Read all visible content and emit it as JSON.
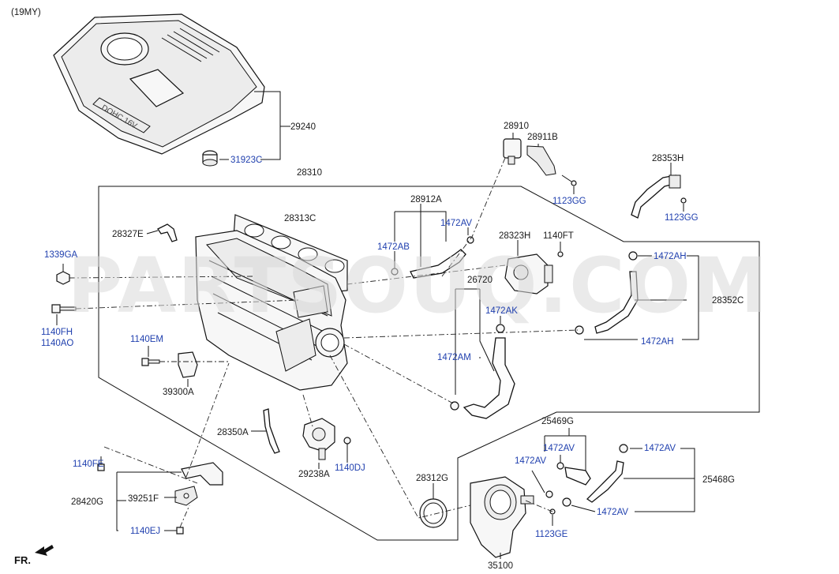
{
  "model_year": "(19MY)",
  "watermark": "PARTSOUQ.COM",
  "direction_label": "FR.",
  "part_numbers": {
    "p29240": "29240",
    "p31923C": "31923C",
    "p28310": "28310",
    "p28910": "28910",
    "p28911B": "28911B",
    "p1123GG_a": "1123GG",
    "p28353H": "28353H",
    "p1123GG_b": "1123GG",
    "p28912A": "28912A",
    "p28313C": "28313C",
    "p1472AV_a": "1472AV",
    "p28327E": "28327E",
    "p1472AB": "1472AB",
    "p28323H": "28323H",
    "p1140FT": "1140FT",
    "p1339GA": "1339GA",
    "p1472AH_a": "1472AH",
    "p26720": "26720",
    "p28352C": "28352C",
    "p1472AK": "1472AK",
    "p1140FH": "1140FH",
    "p1140AO": "1140AO",
    "p1472AH_b": "1472AH",
    "p1140EM": "1140EM",
    "p1472AM": "1472AM",
    "p39300A": "39300A",
    "p25469G": "25469G",
    "p28350A": "28350A",
    "p1472AV_b": "1472AV",
    "p1472AV_c": "1472AV",
    "p1472AV_d": "1472AV",
    "p1140FE": "1140FE",
    "p29238A": "29238A",
    "p1140DJ": "1140DJ",
    "p25468G": "25468G",
    "p28312G": "28312G",
    "p28420G": "28420G",
    "p39251F": "39251F",
    "p1472AV_e": "1472AV",
    "p1123GE": "1123GE",
    "p1140EJ": "1140EJ",
    "p35100": "35100"
  },
  "colors": {
    "label_blue": "#1f3fae",
    "label_black": "#1a1a1a",
    "watermark": "#d9d9d9"
  }
}
